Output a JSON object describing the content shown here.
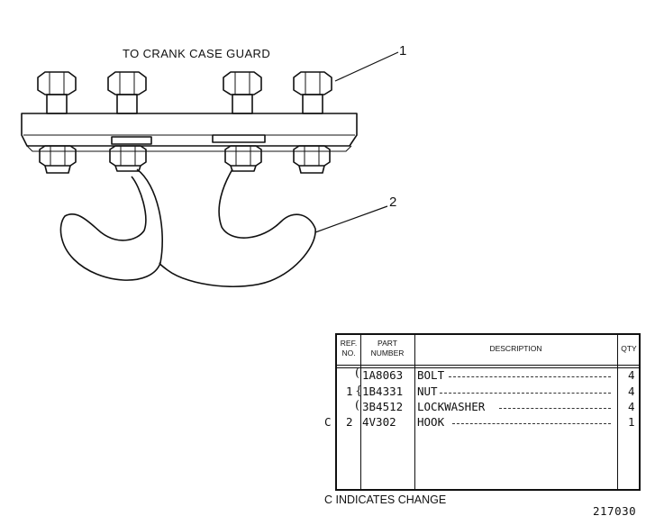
{
  "caption": "TO CRANK CASE GUARD",
  "callouts": [
    "1",
    "2"
  ],
  "table": {
    "headers": {
      "ref_no": [
        "REF.",
        "NO."
      ],
      "part_number": [
        "PART",
        "NUMBER"
      ],
      "description": "DESCRIPTION",
      "qty": "QTY"
    },
    "rows": [
      {
        "ref": "",
        "part": "1A8063",
        "description": "BOLT",
        "qty": "4"
      },
      {
        "ref": "1",
        "part": "1B4331",
        "description": "NUT",
        "qty": "4"
      },
      {
        "ref": "",
        "part": "3B4512",
        "description": "LOCKWASHER",
        "qty": "4"
      },
      {
        "ref": "2",
        "part": "4V302",
        "description": "HOOK",
        "qty": "1"
      }
    ],
    "change_mark": "C"
  },
  "note": "C INDICATES CHANGE",
  "figure_number": "217030"
}
